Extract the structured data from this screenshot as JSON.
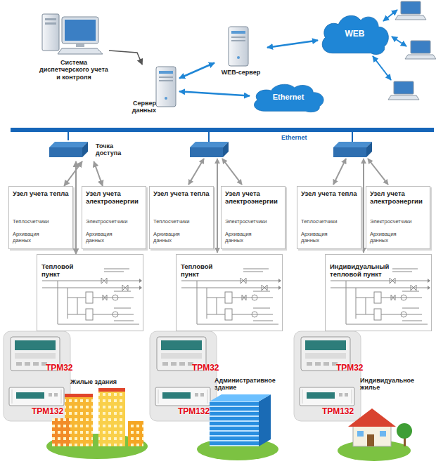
{
  "diagram": {
    "nodes": [
      {
        "text": [
          "Система диспетчерского учета и контроля"
        ]
      },
      {
        "text": [
          "Сервер данных"
        ]
      },
      {
        "text": [
          "WEB-сервер"
        ]
      },
      {
        "text": [
          "WEB"
        ]
      },
      {
        "text": [
          "Ethernet"
        ]
      },
      {
        "text": [
          "Ethernet"
        ]
      },
      {
        "text": [
          "Точка доступа"
        ]
      },
      {
        "text": [
          "Узел учета тепла",
          "Теплосчетчики",
          "Архивация данных"
        ]
      },
      {
        "text": [
          "Узел учета электроэнергии",
          "Электросчетчики",
          "Архивация данных"
        ]
      },
      {
        "text": [
          "Тепловой пункт"
        ]
      },
      {
        "text": [
          "ТРМ32",
          "ТРМ132"
        ]
      },
      {
        "text": [
          "Узел учета тепла",
          "Теплосчетчики",
          "Архивация данных"
        ]
      },
      {
        "text": [
          "Узел учета электроэнергии",
          "Электросчетчики",
          "Архивация данных"
        ]
      },
      {
        "text": [
          "Тепловой пункт"
        ]
      },
      {
        "text": [
          "ТРМ32",
          "ТРМ132"
        ]
      },
      {
        "text": [
          "Узел учета тепла",
          "Теплосчетчики",
          "Архивация данных"
        ]
      },
      {
        "text": [
          "Узел учета электроэнергии",
          "Электросчетчики",
          "Архивация данных"
        ]
      },
      {
        "text": [
          "Индивидуальный тепловой пункт"
        ]
      },
      {
        "text": [
          "ТРМ32",
          "ТРМ132"
        ]
      }
    ],
    "edges": [
      {
        "from": 0,
        "to": 1,
        "arrow": "to"
      },
      {
        "from": 1,
        "to": 2,
        "arrow": "both"
      },
      {
        "from": 2,
        "to": 3,
        "arrow": "both"
      },
      {
        "from": 1,
        "to": 4,
        "arrow": "both"
      },
      {
        "from": 5,
        "to": 6,
        "arrow": "none"
      },
      {
        "from": 6,
        "to": 7,
        "arrow": "both"
      },
      {
        "from": 6,
        "to": 8,
        "arrow": "both"
      },
      {
        "from": 6,
        "to": 9,
        "arrow": "both"
      }
    ],
    "labels": [
      "Жилые здания",
      "Административное здание",
      "Индивидуальное жилье"
    ]
  }
}
